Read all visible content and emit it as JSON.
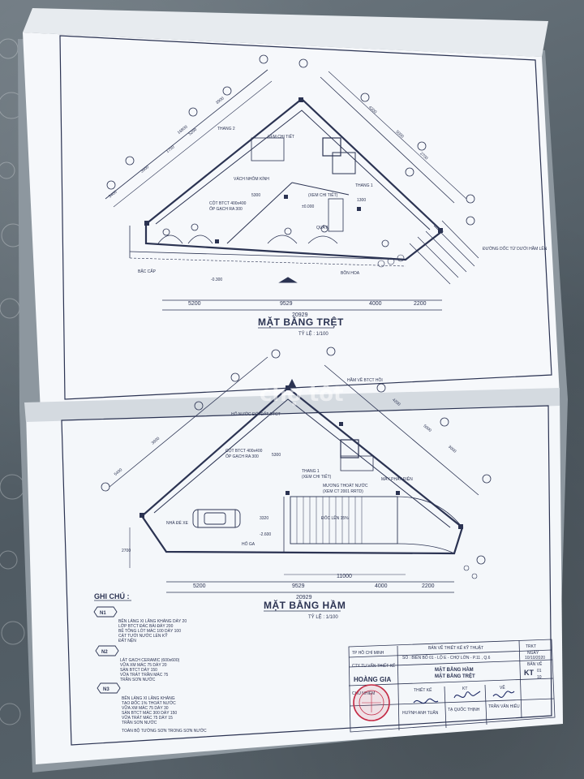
{
  "plans": {
    "top": {
      "title": "MẶT BẰNG TRỆT",
      "scale": "TỶ LỆ : 1/100",
      "dims_bottom": [
        "5200",
        "9529",
        "4000",
        "2200"
      ],
      "dim_total": "20929",
      "dims_left": [
        "5400",
        "3900",
        "1750",
        "5200"
      ],
      "dims_top_left": [
        "16800",
        "3900"
      ],
      "dims_right": [
        "4200",
        "5000",
        "2700"
      ],
      "dims_inner": [
        "5300",
        "1300"
      ],
      "labels": [
        "THANG 2",
        "XEM CHI TIẾT",
        "VÁCH NHÔM KÍNH",
        "CỘT BTCT 400x400",
        "ỐP GẠCH RA 300",
        "THANG 1",
        "(XEM CHI TIẾT)",
        "QUẦY",
        "BẬC CẤP",
        "BỒN HOA",
        "ĐƯỜNG DỐC TỪ DƯỚI HẦM LÊN"
      ],
      "levels": [
        "±0.000",
        "-0.300"
      ]
    },
    "bottom": {
      "title": "MẶT BẰNG HẦM",
      "scale": "TỶ LỆ : 1/100",
      "dims_bottom": [
        "5200",
        "9529",
        "4000",
        "2200"
      ],
      "dim_mid": "11000",
      "dim_total": "20929",
      "dims_left": [
        "5400",
        "3900",
        "2700"
      ],
      "dims_right": [
        "4200",
        "5000",
        "3000"
      ],
      "dims_inner": [
        "5300",
        "3320"
      ],
      "labels": [
        "HỐ NƯỚC ĐỔI ĐẤT BTCT",
        "CỘT BTCT 400x400",
        "ỐP GẠCH RA 300",
        "THANG 1",
        "(XEM CHI TIẾT)",
        "MƯƠNG THOÁT NƯỚC",
        "(XEM CT 2001 RRTD)",
        "NHÀ ĐỂ XE",
        "ĐỐC LÊN 15%",
        "HỐ GA",
        "MẦY PHÁT ĐIỆN",
        "HẦM VỀ BTCT HỒI"
      ],
      "levels": [
        "-2.600"
      ]
    }
  },
  "ghi_chu": {
    "title": "GHI CHÚ :",
    "notes": [
      {
        "id": "N1",
        "lines": [
          "BÊN LÁNG XI LĂNG KHÁNG DÀY 20",
          "LỚP BTCT ĐÁC BÀI ĐÁY 200",
          "BÊ TÔNG LÓT MÁC 100 DÀY 100",
          "CÁT TƯỚI NƯỚC LÈN KỸ",
          "ĐẤT NỆN"
        ]
      },
      {
        "id": "N2",
        "lines": [
          "LÁT GẠCH CERAMIC (600x600)",
          "VỮA XM MÁC 75 DÀY 20",
          "SÀN BTCT DÀY 150",
          "VỮA TRÁT TRẦN MÁC 75",
          "TRẦN SƠN NƯỚC"
        ]
      },
      {
        "id": "N3",
        "lines": [
          "BÊN LÁNG XI LĂNG KHÁNG",
          "TẠO ĐỐC 1% THOÁT NƯỚC",
          "VỮA XM MÁC 75 DÀY 30",
          "SÀN BTCT MÁC 300 DÀY 150",
          "VỮA TRÁT MÁC 75 DÀY 15",
          "TRẦN SƠN NƯỚC"
        ]
      },
      {
        "id": "",
        "lines": [
          "TOÀN BỘ TƯỜNG SƠN TRONG SƠN NƯỚC"
        ]
      }
    ]
  },
  "title_block": {
    "city": "TP HỒ CHÍ MINH",
    "drawing_kind": "BẢN VẼ THIẾT KẾ KỸ THUẬT",
    "address": "SỐ : BIÊN BỐ 01 - LỘ E - CHỢ LỚN - P.11 , Q.6",
    "sheet_title_1": "MẶT BẰNG HẦM",
    "sheet_title_2": "MẶT BẰNG TRỆT",
    "company": "CTY TU VẤN THIẾT KẾ",
    "brand": "HOÀNG GIA",
    "code_label": "TRKT",
    "sheet_label": "BẢN VẼ",
    "sheet_number": "KT",
    "sheet_page": "01",
    "sheet_total": "10",
    "roles": [
      "CHỦ NHIỆM",
      "THIẾT KẾ",
      "KT",
      "VẼ"
    ],
    "people": [
      "HUỲNH ANH TUẤN",
      "TẠ QUỐC THỊNH",
      "TRẦN VĂN HIẾU"
    ],
    "date_label": "NGÀY",
    "date_value": "10/10/2020"
  },
  "watermark": "chợ tốt",
  "colors": {
    "paper": "#f6f8fb",
    "ink": "#2b3352",
    "shadow": "#9aa4ad",
    "cloth": "#59646c"
  }
}
